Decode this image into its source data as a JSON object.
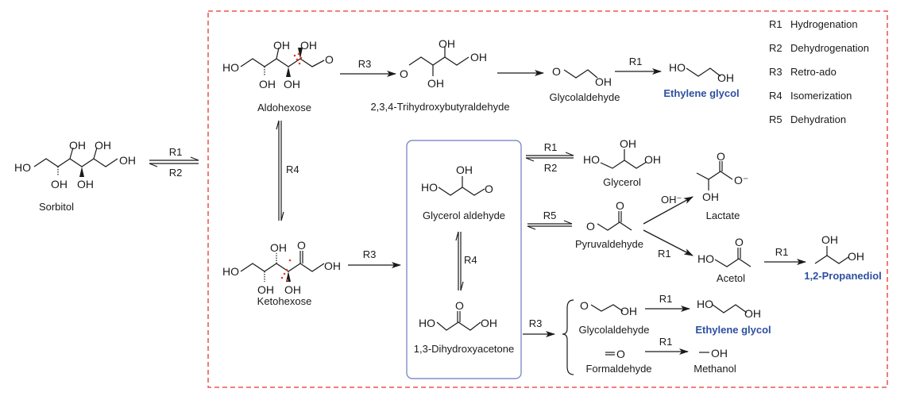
{
  "legend": [
    {
      "code": "R1",
      "name": "Hydrogenation"
    },
    {
      "code": "R2",
      "name": "Dehydrogenation"
    },
    {
      "code": "R3",
      "name": "Retro-ado"
    },
    {
      "code": "R4",
      "name": "Isomerization"
    },
    {
      "code": "R5",
      "name": "Dehydration"
    }
  ],
  "compounds": {
    "sorbitol": "Sorbitol",
    "aldohexose": "Aldohexose",
    "ketohexose": "Ketohexose",
    "trihydroxybutyraldehyde": "2,3,4-Trihydroxybutyraldehyde",
    "glycolaldehyde_top": "Glycolaldehyde",
    "ethylene_glycol_top": "Ethylene glycol",
    "glycerol_aldehyde": "Glycerol aldehyde",
    "dihydroxyacetone": "1,3-Dihydroxyacetone",
    "glycerol": "Glycerol",
    "pyruvaldehyde": "Pyruvaldehyde",
    "lactate": "Lactate",
    "acetol": "Acetol",
    "propanediol": "1,2-Propanediol",
    "glycolaldehyde_bottom": "Glycolaldehyde",
    "ethylene_glycol_bottom": "Ethylene glycol",
    "formaldehyde": "Formaldehyde",
    "methanol": "Methanol"
  },
  "reactions": {
    "sorbitol_fwd": "R1",
    "sorbitol_rev": "R2",
    "aldo_to_tri": "R3",
    "glyc_to_eg": "R1",
    "aldo_keto": "R4",
    "keto_to_c3": "R3",
    "gald_dha": "R4",
    "c3_glycerol_fwd": "R1",
    "c3_glycerol_rev": "R2",
    "c3_pyruv": "R5",
    "pyruv_lactate": "OH⁻",
    "pyruv_acetol": "R1",
    "acetol_pd": "R1",
    "dha_split": "R3",
    "glyc2_eg": "R1",
    "form_meoh": "R1"
  },
  "atoms": {
    "OH": "OH",
    "HO": "HO",
    "O": "O",
    "Ominus": "O⁻"
  },
  "colors": {
    "frame": "#e8362a",
    "box": "#6b7bbf",
    "product": "#2e4fa0"
  }
}
